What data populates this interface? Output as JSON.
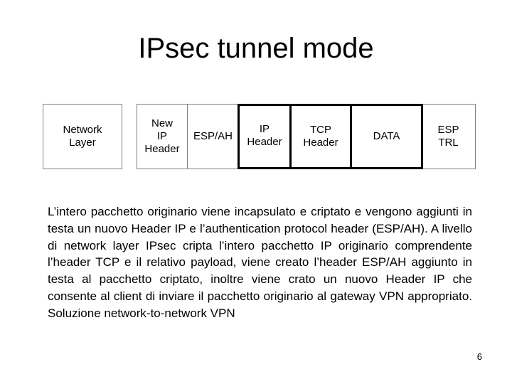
{
  "slide": {
    "title": "IPsec tunnel mode",
    "page_number": "6"
  },
  "diagram": {
    "network_layer": "Network\nLayer",
    "packet": [
      {
        "label": "New\nIP\nHeader",
        "style": "thin"
      },
      {
        "label": "ESP/AH",
        "style": "thin"
      },
      {
        "label": "IP\nHeader",
        "style": "thick"
      },
      {
        "label": "TCP\nHeader",
        "style": "thick"
      },
      {
        "label": "DATA",
        "style": "thick"
      },
      {
        "label": "ESP\nTRL",
        "style": "thin"
      }
    ]
  },
  "description": "L’intero pacchetto originario viene incapsulato e criptato e vengono aggiunti in testa un nuovo Header IP e l’authentication protocol header (ESP/AH). A livello di network layer IPsec cripta l’intero pacchetto IP originario comprendente l’header TCP e il relativo payload, viene creato l’header ESP/AH aggiunto in testa al pacchetto criptato, inoltre viene crato un nuovo Header IP che consente al client di inviare il pacchetto originario al gateway VPN appropriato. Soluzione network-to-network VPN"
}
